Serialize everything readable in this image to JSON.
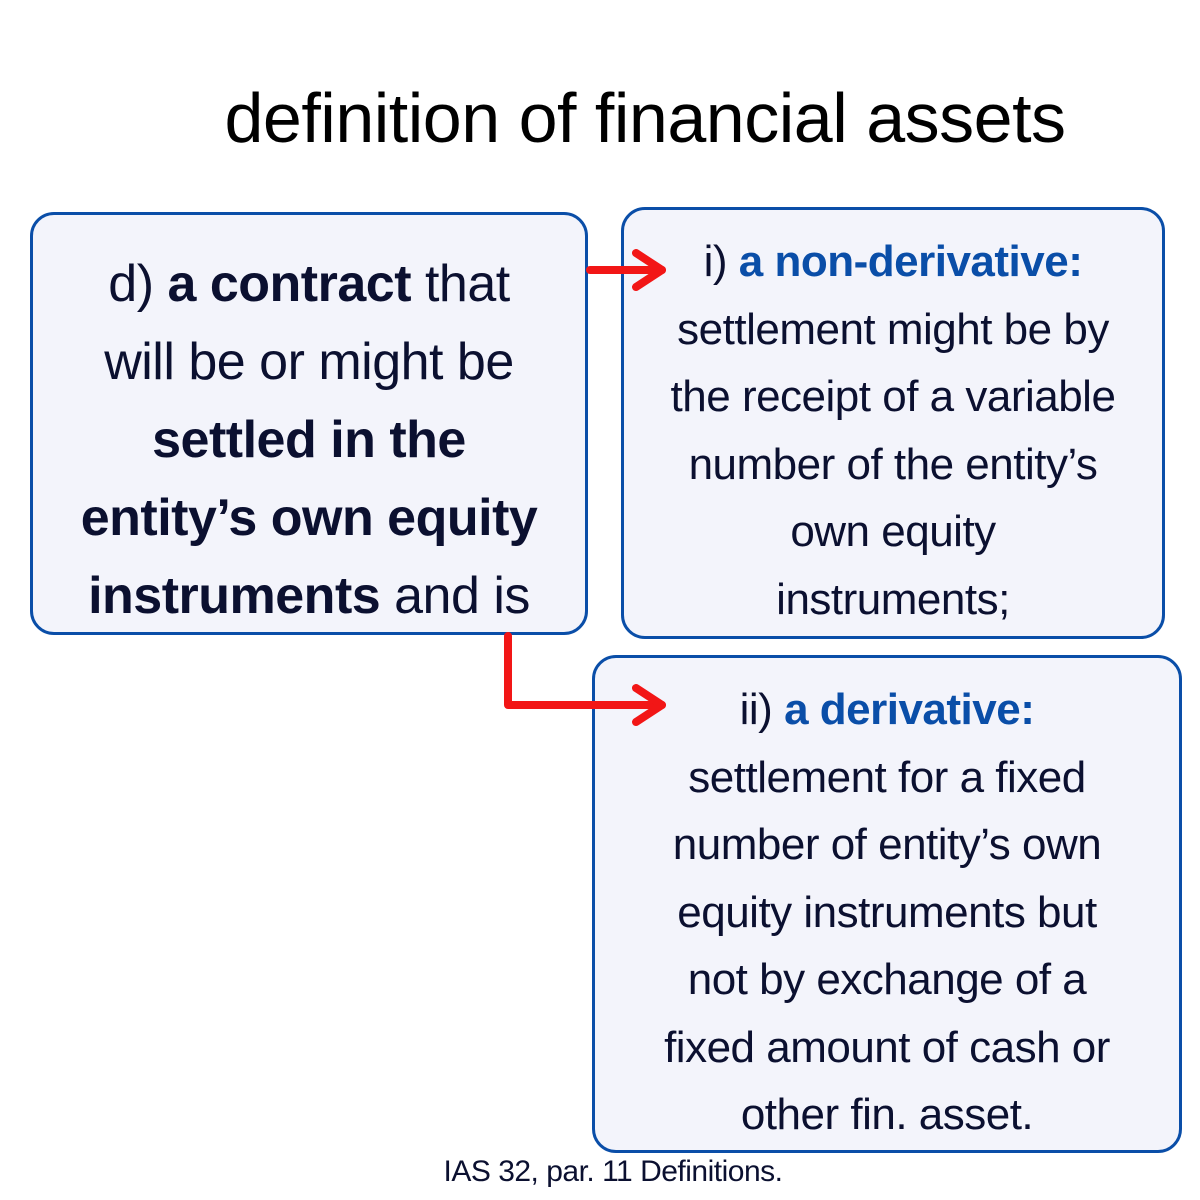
{
  "title": "definition of financial assets",
  "box_d": {
    "prefix": "d)",
    "bold_1": "a contract",
    "text_1": "that",
    "text_2": "will be or might be",
    "bold_2": "settled in the",
    "bold_3": "entity’s own equity",
    "bold_4": "instruments",
    "text_3": "and is"
  },
  "box_i": {
    "prefix": "i)",
    "heading": "a non-derivative:",
    "lines": [
      "settlement might be by",
      "the receipt of a variable",
      "number of the entity’s",
      "own equity",
      "instruments;"
    ]
  },
  "box_ii": {
    "prefix": "ii)",
    "heading": "a derivative:",
    "lines": [
      "settlement for a fixed",
      "number of entity’s own",
      "equity instruments but",
      "not by exchange of a",
      "fixed amount of cash or",
      "other fin. asset."
    ]
  },
  "footer": "IAS 32, par. 11 Definitions.",
  "colors": {
    "box_border": "#0a4ea8",
    "box_fill": "#f3f4fb",
    "heading_blue": "#0a4ea8",
    "arrow_red": "#f21616",
    "text": "#0b1030"
  }
}
